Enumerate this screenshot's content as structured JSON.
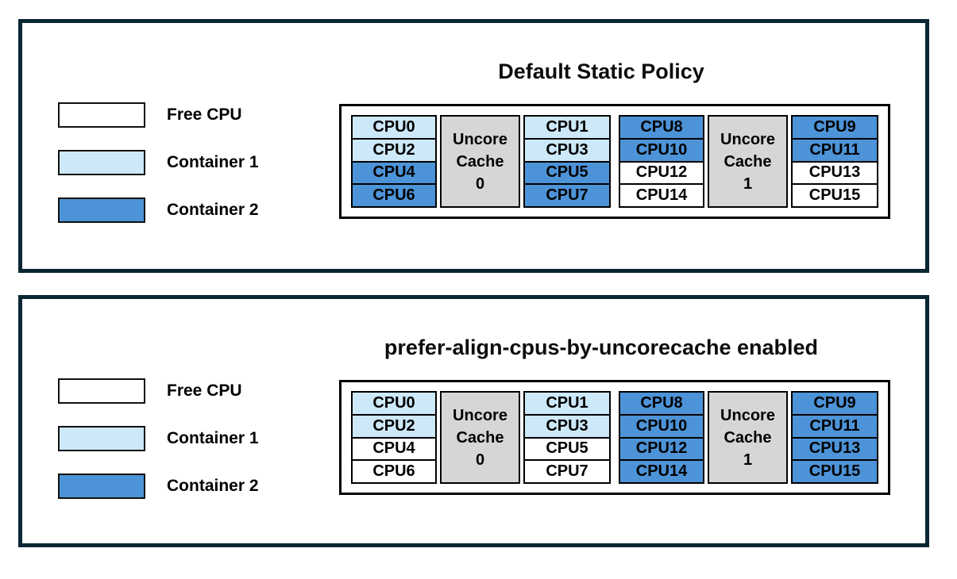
{
  "colors": {
    "panel_border": "#0a2733",
    "free_cpu": "#ffffff",
    "container1": "#cde8f8",
    "container2": "#4d93d8",
    "uncore_cache_fill": "#d6d6d6",
    "cell_border": "#000000"
  },
  "legend": {
    "items": [
      {
        "label": "Free CPU",
        "state": "free"
      },
      {
        "label": "Container 1",
        "state": "container1"
      },
      {
        "label": "Container 2",
        "state": "container2"
      }
    ]
  },
  "panels": [
    {
      "title": "Default Static Policy",
      "groups": [
        {
          "cache": [
            "Uncore",
            "Cache",
            "0"
          ],
          "left": [
            {
              "label": "CPU0",
              "state": "container1"
            },
            {
              "label": "CPU2",
              "state": "container1"
            },
            {
              "label": "CPU4",
              "state": "container2"
            },
            {
              "label": "CPU6",
              "state": "container2"
            }
          ],
          "right": [
            {
              "label": "CPU1",
              "state": "container1"
            },
            {
              "label": "CPU3",
              "state": "container1"
            },
            {
              "label": "CPU5",
              "state": "container2"
            },
            {
              "label": "CPU7",
              "state": "container2"
            }
          ]
        },
        {
          "cache": [
            "Uncore",
            "Cache",
            "1"
          ],
          "left": [
            {
              "label": "CPU8",
              "state": "container2"
            },
            {
              "label": "CPU10",
              "state": "container2"
            },
            {
              "label": "CPU12",
              "state": "free"
            },
            {
              "label": "CPU14",
              "state": "free"
            }
          ],
          "right": [
            {
              "label": "CPU9",
              "state": "container2"
            },
            {
              "label": "CPU11",
              "state": "container2"
            },
            {
              "label": "CPU13",
              "state": "free"
            },
            {
              "label": "CPU15",
              "state": "free"
            }
          ]
        }
      ]
    },
    {
      "title": "prefer-align-cpus-by-uncorecache enabled",
      "groups": [
        {
          "cache": [
            "Uncore",
            "Cache",
            "0"
          ],
          "left": [
            {
              "label": "CPU0",
              "state": "container1"
            },
            {
              "label": "CPU2",
              "state": "container1"
            },
            {
              "label": "CPU4",
              "state": "free"
            },
            {
              "label": "CPU6",
              "state": "free"
            }
          ],
          "right": [
            {
              "label": "CPU1",
              "state": "container1"
            },
            {
              "label": "CPU3",
              "state": "container1"
            },
            {
              "label": "CPU5",
              "state": "free"
            },
            {
              "label": "CPU7",
              "state": "free"
            }
          ]
        },
        {
          "cache": [
            "Uncore",
            "Cache",
            "1"
          ],
          "left": [
            {
              "label": "CPU8",
              "state": "container2"
            },
            {
              "label": "CPU10",
              "state": "container2"
            },
            {
              "label": "CPU12",
              "state": "container2"
            },
            {
              "label": "CPU14",
              "state": "container2"
            }
          ],
          "right": [
            {
              "label": "CPU9",
              "state": "container2"
            },
            {
              "label": "CPU11",
              "state": "container2"
            },
            {
              "label": "CPU13",
              "state": "container2"
            },
            {
              "label": "CPU15",
              "state": "container2"
            }
          ]
        }
      ]
    }
  ]
}
